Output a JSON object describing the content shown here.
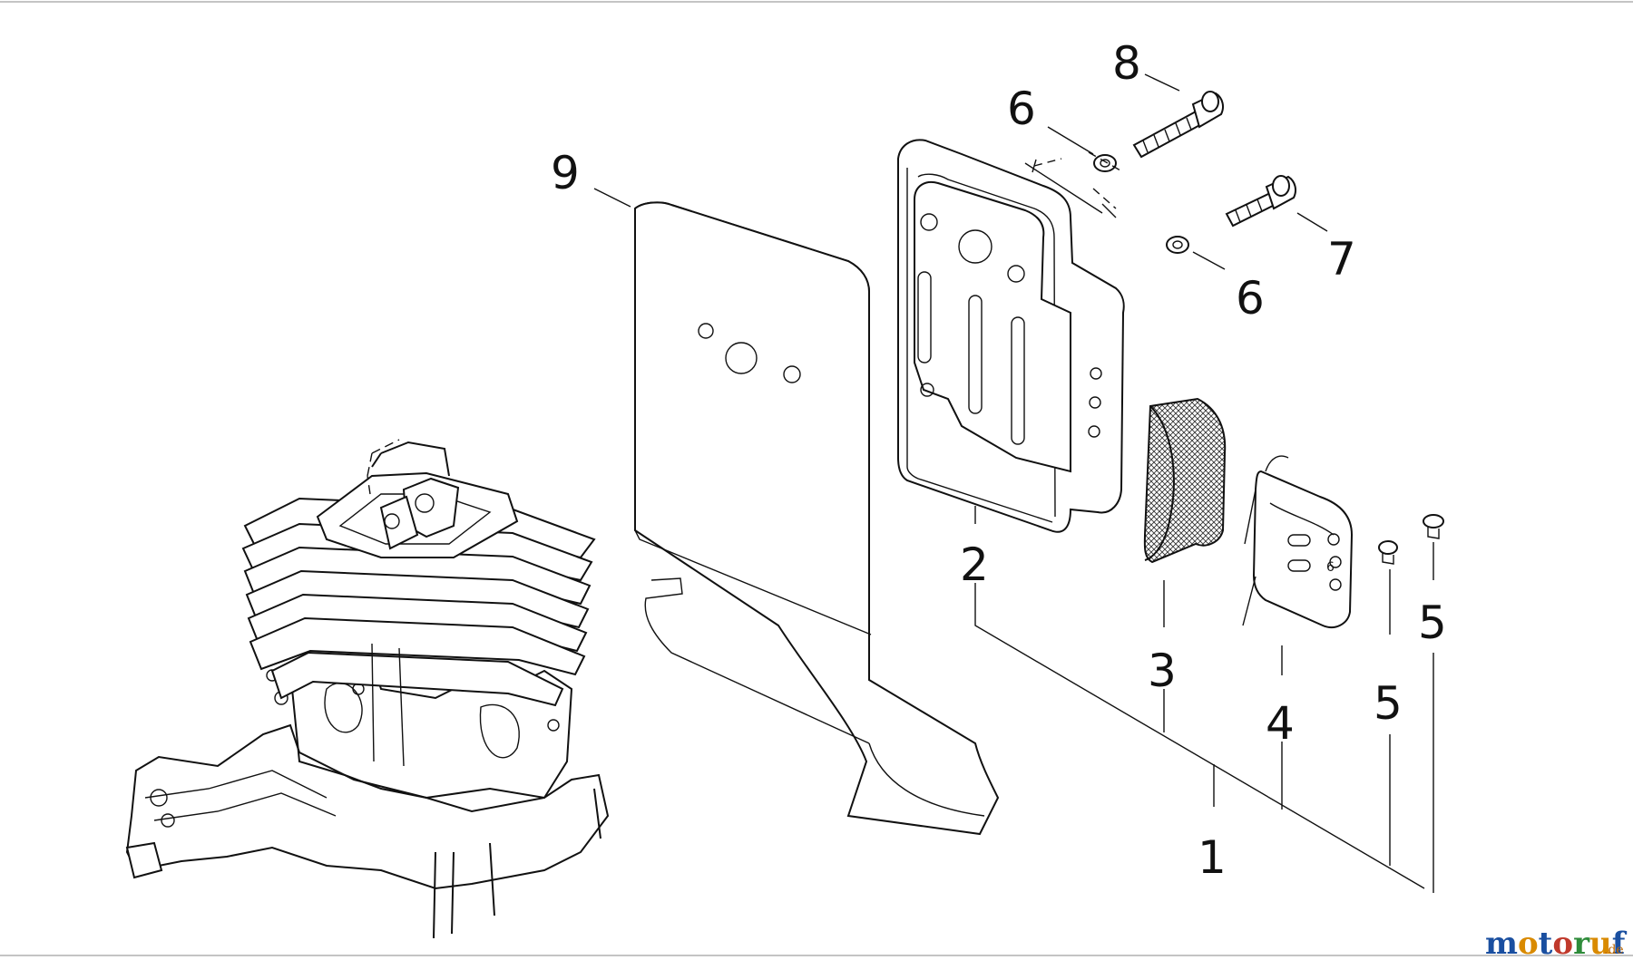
{
  "diagram": {
    "callouts": {
      "c1": "1",
      "c2": "2",
      "c3": "3",
      "c4": "4",
      "c5a": "5",
      "c5b": "5",
      "c6a": "6",
      "c6b": "6",
      "c7": "7",
      "c8": "8",
      "c9": "9"
    },
    "muffler_stamp": "6"
  },
  "watermark": {
    "brand": "motoruf",
    "domain_suffix": ".de",
    "colors": {
      "m": "#1a4fa0",
      "o1": "#d98a00",
      "t": "#1a4fa0",
      "o2": "#c0392b",
      "r": "#2e8b3a",
      "u": "#d98a00",
      "f": "#1a4fa0"
    }
  }
}
